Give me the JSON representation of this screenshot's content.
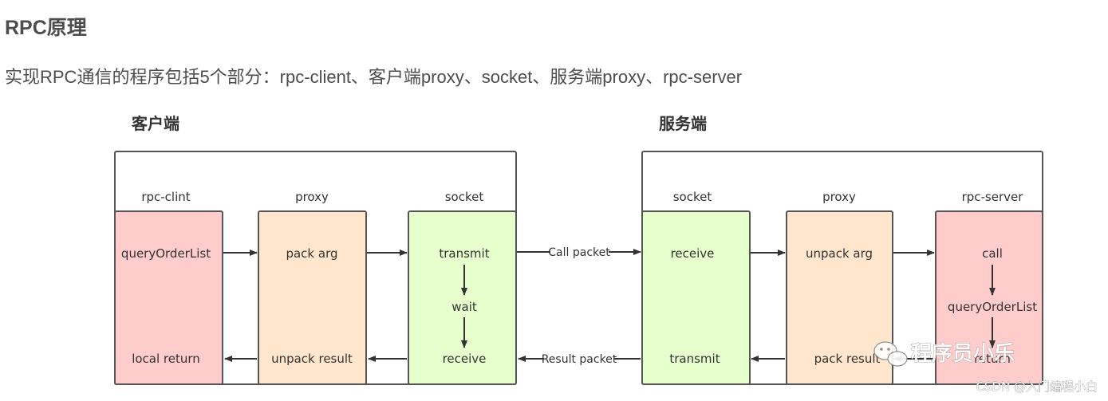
{
  "article": {
    "heading": "RPC原理",
    "intro": "实现RPC通信的程序包括5个部分：rpc-client、客户端proxy、socket、服务端proxy、rpc-server"
  },
  "diagram": {
    "client": {
      "title": "客户端",
      "columns": [
        {
          "label": "rpc-clint",
          "top": "queryOrderList",
          "bottom": "local return",
          "color": "#ffcccc"
        },
        {
          "label": "proxy",
          "top": "pack arg",
          "bottom": "unpack result",
          "color": "#ffe6cc"
        },
        {
          "label": "socket",
          "top": "transmit",
          "middle": "wait",
          "bottom": "receive",
          "color": "#e6ffcc"
        }
      ]
    },
    "server": {
      "title": "服务端",
      "columns": [
        {
          "label": "socket",
          "top": "receive",
          "bottom": "transmit",
          "color": "#e6ffcc"
        },
        {
          "label": "proxy",
          "top": "unpack arg",
          "bottom": "pack result",
          "color": "#ffe6cc"
        },
        {
          "label": "rpc-server",
          "top": "call",
          "middle": "queryOrderList",
          "bottom": "return",
          "color": "#ffcccc"
        }
      ]
    },
    "call_packet": "Call packet",
    "result_packet": "Result packet"
  },
  "watermark": "程序员小乐",
  "footer": "CSDN @入门编程小白"
}
